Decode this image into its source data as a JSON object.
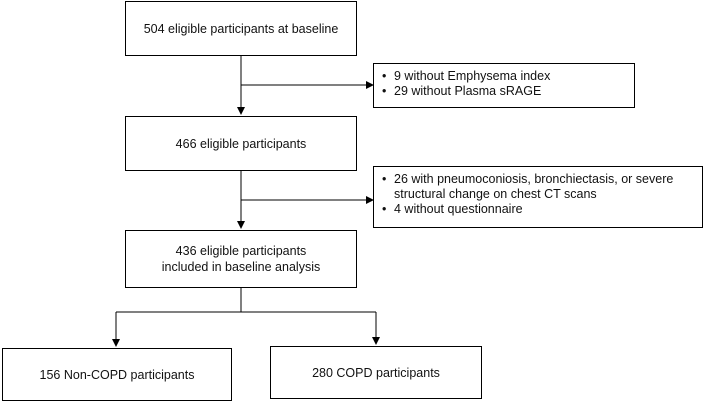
{
  "nodes": {
    "baseline": {
      "text": "504 eligible participants at baseline"
    },
    "eligible": {
      "text": "466 eligible participants"
    },
    "analysis": {
      "lines": [
        "436 eligible participants",
        "included in baseline analysis"
      ]
    },
    "non_copd": {
      "text": "156 Non-COPD participants"
    },
    "copd": {
      "text": "280 COPD participants"
    }
  },
  "exclusions": {
    "first": {
      "items": [
        "9 without Emphysema index",
        "29 without Plasma sRAGE"
      ]
    },
    "second": {
      "items": [
        "26 with pneumoconiosis, bronchiectasis, or severe structural change on chest CT scans",
        "4 without questionnaire"
      ]
    }
  }
}
